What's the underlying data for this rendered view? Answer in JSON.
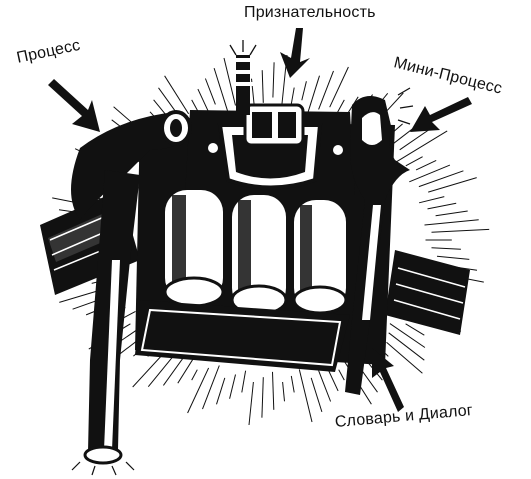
{
  "labels": {
    "gratitude": "Признательность",
    "process": "Процесс",
    "mini_process": "Мини-Процесс",
    "dictionary_dialog": "Словарь и Диалог"
  },
  "colors": {
    "ink": "#111111",
    "paper": "#ffffff"
  },
  "icons": [
    "arrow-icon",
    "toolbelt-illustration",
    "hammer-icon",
    "wrench-icon",
    "screwdriver-icon"
  ]
}
